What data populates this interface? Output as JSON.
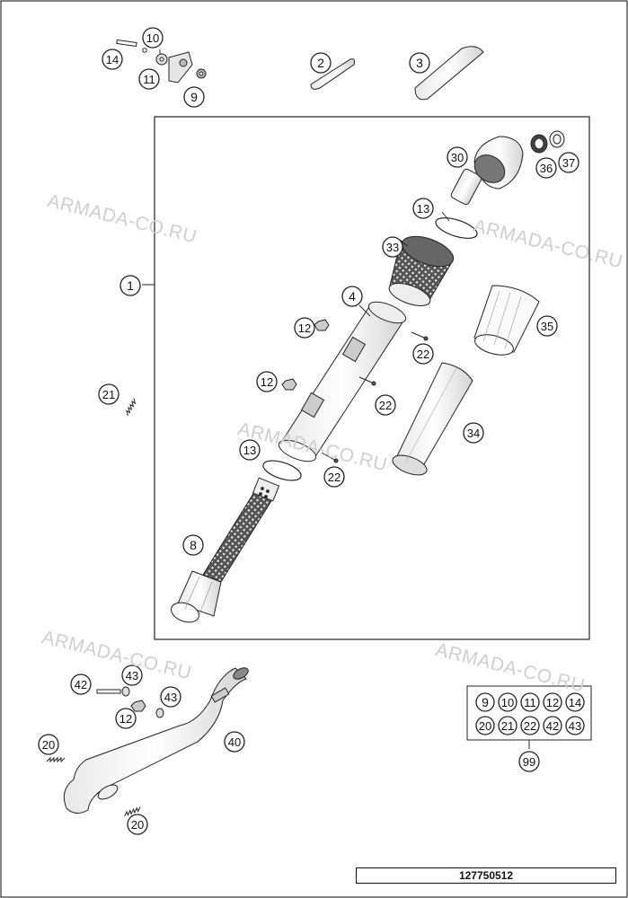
{
  "watermark": "ARMADA-CO.RU",
  "drawing_number": "127750512",
  "parts_callouts": [
    "1",
    "2",
    "3",
    "4",
    "8",
    "9",
    "10",
    "11",
    "12",
    "12",
    "12",
    "13",
    "13",
    "14",
    "20",
    "20",
    "21",
    "22",
    "22",
    "22",
    "30",
    "33",
    "34",
    "35",
    "36",
    "37",
    "40",
    "42",
    "43",
    "43",
    "99"
  ],
  "kit_99": {
    "number": "99",
    "row1": [
      "9",
      "10",
      "11",
      "12",
      "14"
    ],
    "row2": [
      "20",
      "21",
      "22",
      "42",
      "43"
    ]
  },
  "colors": {
    "line": "#222222",
    "watermark": "#cfcfcf",
    "paper": "#ffffff"
  }
}
